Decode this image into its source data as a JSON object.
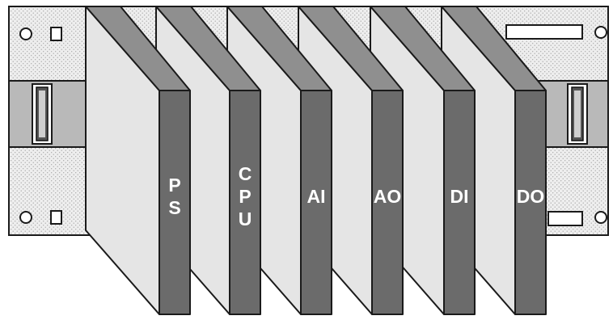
{
  "diagram": {
    "modules": [
      {
        "id": "ps",
        "label_lines": [
          "P",
          "S"
        ]
      },
      {
        "id": "cpu",
        "label_lines": [
          "C",
          "P",
          "U"
        ]
      },
      {
        "id": "ai",
        "label_lines": [
          "AI"
        ]
      },
      {
        "id": "ao",
        "label_lines": [
          "AO"
        ]
      },
      {
        "id": "di",
        "label_lines": [
          "DI"
        ]
      },
      {
        "id": "do",
        "label_lines": [
          "DO"
        ]
      }
    ],
    "colors": {
      "rack_fill": "#eeeeee",
      "rack_dots": "#a6a6a6",
      "rail_fill": "#b9b9b9",
      "module_face": "#e5e5e5",
      "module_top": "#8f8f8f",
      "module_strip": "#6b6b6b",
      "outline": "#1a1a1a",
      "label_text": "#ffffff"
    }
  }
}
